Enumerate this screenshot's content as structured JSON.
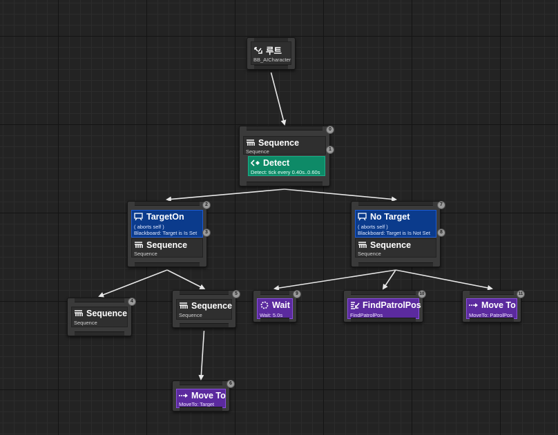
{
  "edges": [
    [
      "root",
      "n0"
    ],
    [
      "n0",
      "n2"
    ],
    [
      "n0",
      "n7"
    ],
    [
      "n2",
      "n4"
    ],
    [
      "n2",
      "n5"
    ],
    [
      "n5",
      "n6"
    ],
    [
      "n7",
      "n9"
    ],
    [
      "n7",
      "n10"
    ],
    [
      "n7",
      "n11"
    ]
  ],
  "nodes": {
    "root": {
      "title": "루트",
      "subtitle": "BB_AICharacter"
    },
    "n0": {
      "index": "0",
      "title": "Sequence",
      "subtitle": "Sequence",
      "service": {
        "index": "1",
        "title": "Detect",
        "subtitle": "Detect: tick every 0.40s..0.60s"
      }
    },
    "n2": {
      "index": "2",
      "title": "Sequence",
      "subtitle": "Sequence",
      "decorator": {
        "index": "3",
        "title": "TargetOn",
        "line1": "( aborts self )",
        "line2": "Blackboard: Target is Is Set"
      }
    },
    "n7": {
      "index": "7",
      "title": "Sequence",
      "subtitle": "Sequence",
      "decorator": {
        "index": "8",
        "title": "No Target",
        "line1": "( aborts self )",
        "line2": "Blackboard: Target is Is Not Set"
      }
    },
    "n4": {
      "index": "4",
      "title": "Sequence",
      "subtitle": "Sequence"
    },
    "n5": {
      "index": "5",
      "title": "Sequence",
      "subtitle": "Sequence"
    },
    "n6": {
      "index": "6",
      "title": "Move To",
      "subtitle": "MoveTo: Target"
    },
    "n9": {
      "index": "9",
      "title": "Wait",
      "subtitle": "Wait: 5.0s"
    },
    "n10": {
      "index": "10",
      "title": "FindPatrolPos",
      "subtitle": "FindPatrolPos"
    },
    "n11": {
      "index": "11",
      "title": "Move To",
      "subtitle": "MoveTo: PatrolPos"
    }
  }
}
